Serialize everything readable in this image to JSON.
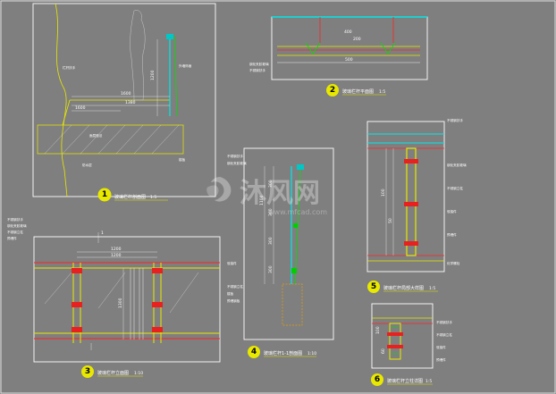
{
  "watermark": {
    "brand": "沐风网",
    "url": "www.mfcad.com"
  },
  "drawings": [
    {
      "number": "1",
      "title": "玻璃栏杆剖面图",
      "scale": "1:5",
      "dims": [
        "1600",
        "1380",
        "1200",
        "1600"
      ],
      "notes": [
        "外墙饰面",
        "栏杆扶手",
        "面层做法",
        "防水层",
        "楼板"
      ]
    },
    {
      "number": "2",
      "title": "玻璃栏杆平面图",
      "scale": "1:5",
      "dims": [
        "400",
        "500",
        "200"
      ],
      "notes": [
        "钢化夹胶玻璃",
        "不锈钢扶手"
      ]
    },
    {
      "number": "3",
      "title": "玻璃栏杆立面图",
      "scale": "1:10",
      "dims": [
        "1200",
        "1200",
        "1300"
      ],
      "notes": [
        "不锈钢扶手",
        "钢化夹胶玻璃",
        "不锈钢立柱",
        "预埋件"
      ],
      "section_mark": "1"
    },
    {
      "number": "4",
      "title": "玻璃栏杆1-1剖面图",
      "scale": "1:10",
      "dims": [
        "1100",
        "300",
        "300",
        "300",
        "300"
      ],
      "notes": [
        "不锈钢扶手",
        "钢化夹胶玻璃",
        "驳接件",
        "不锈钢立柱",
        "楼板",
        "预埋钢板"
      ]
    },
    {
      "number": "5",
      "title": "玻璃栏杆局部大样图",
      "scale": "1:5",
      "dims": [
        "100",
        "50"
      ],
      "notes": [
        "不锈钢扶手",
        "钢化夹胶玻璃",
        "不锈钢立柱",
        "驳接件",
        "预埋件",
        "化学螺栓"
      ]
    },
    {
      "number": "6",
      "title": "玻璃栏杆立柱详图",
      "scale": "1:5",
      "dims": [
        "100",
        "60"
      ],
      "notes": [
        "不锈钢扶手",
        "不锈钢立柱",
        "驳接件",
        "预埋件"
      ]
    }
  ]
}
